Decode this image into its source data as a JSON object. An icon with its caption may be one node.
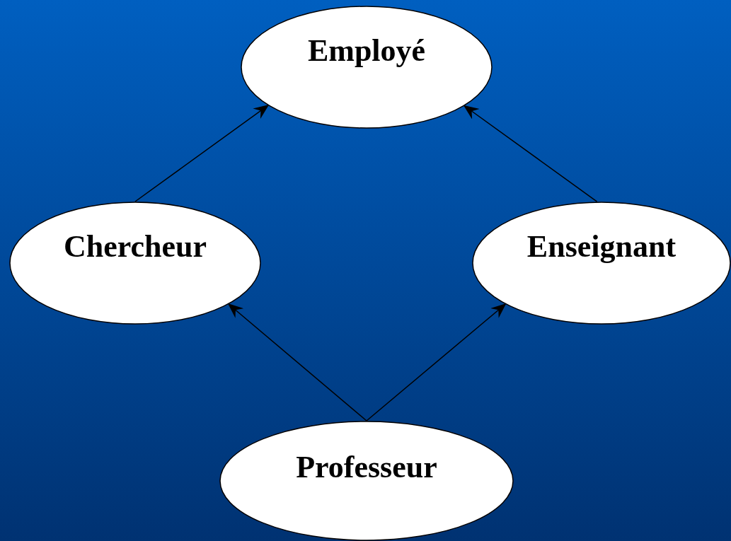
{
  "diagram": {
    "nodes": [
      {
        "text": [
          "Employé"
        ]
      },
      {
        "text": [
          "Chercheur"
        ]
      },
      {
        "text": [
          "Enseignant"
        ]
      },
      {
        "text": [
          "Professeur"
        ]
      }
    ],
    "edges": [
      {
        "from": 1,
        "to": 0,
        "arrow": "to"
      },
      {
        "from": 2,
        "to": 0,
        "arrow": "to"
      },
      {
        "from": 3,
        "to": 1,
        "arrow": "to"
      },
      {
        "from": 3,
        "to": 2,
        "arrow": "to"
      }
    ]
  }
}
